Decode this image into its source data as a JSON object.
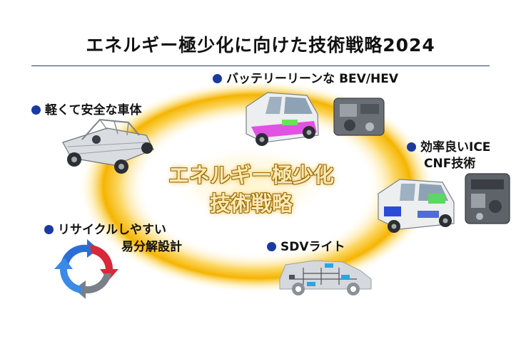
{
  "title": "エネルギー極少化に向けた技術戦略2024",
  "center": {
    "line1": "エネルギー極少化",
    "line2": "技術戦略"
  },
  "items": {
    "body": "軽くて安全な車体",
    "battery": "バッテリーリーンな BEV/HEV",
    "ice_line1": "効率良いICE",
    "ice_line2": "CNF技術",
    "recycle_line1": "リサイクルしやすい",
    "recycle_line2": "易分解設計",
    "sdv": "SDVライト"
  },
  "colors": {
    "accent": "#1a3aa0",
    "glow": "#f5b400",
    "battery_pack": "#e040e0",
    "motor": "#2a4ad8",
    "sdv_node": "#2aa6e0"
  }
}
